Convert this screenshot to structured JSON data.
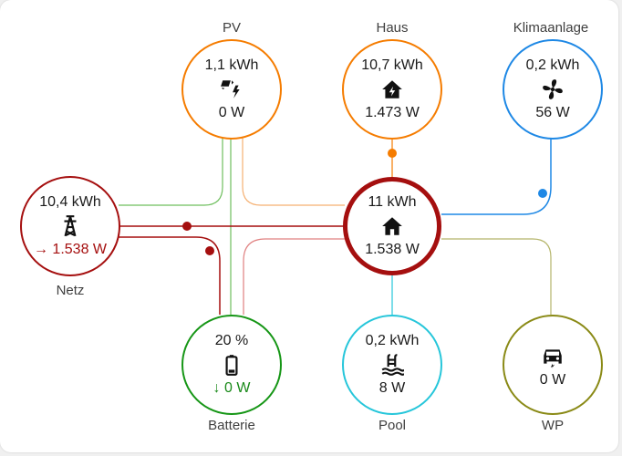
{
  "nodes": {
    "pv": {
      "label": "PV",
      "energy": "1,1 kWh",
      "power": "0 W",
      "color": "#f57c00",
      "icon": "solar-power-icon"
    },
    "haus": {
      "label": "Haus",
      "energy": "10,7 kWh",
      "power": "1.473 W",
      "color": "#f57c00",
      "icon": "home-lightning-icon"
    },
    "klima": {
      "label": "Klimaanlage",
      "energy": "0,2 kWh",
      "power": "56 W",
      "color": "#1e88e5",
      "icon": "fan-icon"
    },
    "netz": {
      "label": "Netz",
      "energy": "10,4 kWh",
      "power": "→ 1.538 W",
      "color": "#a50f0f",
      "icon": "transmission-tower-icon"
    },
    "home": {
      "energy": "11 kWh",
      "power": "1.538 W",
      "color": "#a50f0f",
      "icon": "home-icon"
    },
    "batterie": {
      "label": "Batterie",
      "energy": "20 %",
      "power": "↓ 0 W",
      "color": "#169616",
      "power_color": "#1a8a1a",
      "icon": "battery-icon"
    },
    "pool": {
      "label": "Pool",
      "energy": "0,2 kWh",
      "power": "8 W",
      "color": "#26c6da",
      "icon": "pool-icon"
    },
    "wp": {
      "label": "WP",
      "power": "0 W",
      "color": "#8a8a16",
      "icon": "car-electric-icon"
    }
  }
}
